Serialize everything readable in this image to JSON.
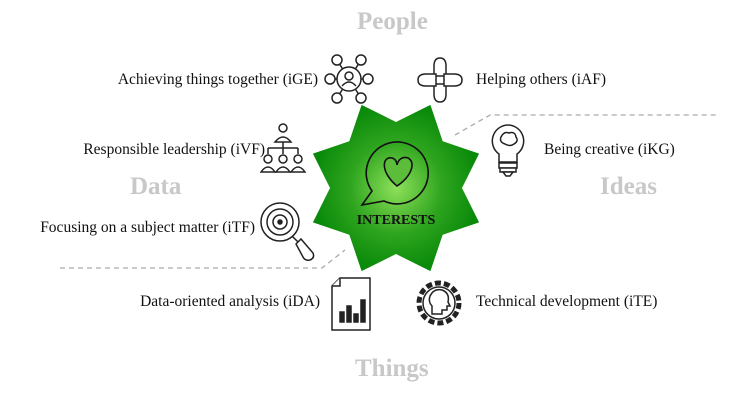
{
  "quadrants": {
    "top": "People",
    "left": "Data",
    "right": "Ideas",
    "bottom": "Things"
  },
  "center": {
    "label": "INTERESTS",
    "color": "#0a8a0a",
    "highlight": "#8ee05a",
    "icon": "heart-speech-bubble-icon"
  },
  "items": [
    {
      "label": "Achieving things together (iGE)",
      "icon": "network-people-icon"
    },
    {
      "label": "Helping others (iAF)",
      "icon": "joined-hands-icon"
    },
    {
      "label": "Responsible leadership (iVF)",
      "icon": "hierarchy-icon"
    },
    {
      "label": "Being creative (iKG)",
      "icon": "lightbulb-brain-icon"
    },
    {
      "label": "Focusing on a subject matter (iTF)",
      "icon": "magnifier-target-icon"
    },
    {
      "label": "Data-oriented analysis (iDA)",
      "icon": "bar-chart-document-icon"
    },
    {
      "label": "Technical development (iTE)",
      "icon": "gear-head-icon"
    }
  ]
}
